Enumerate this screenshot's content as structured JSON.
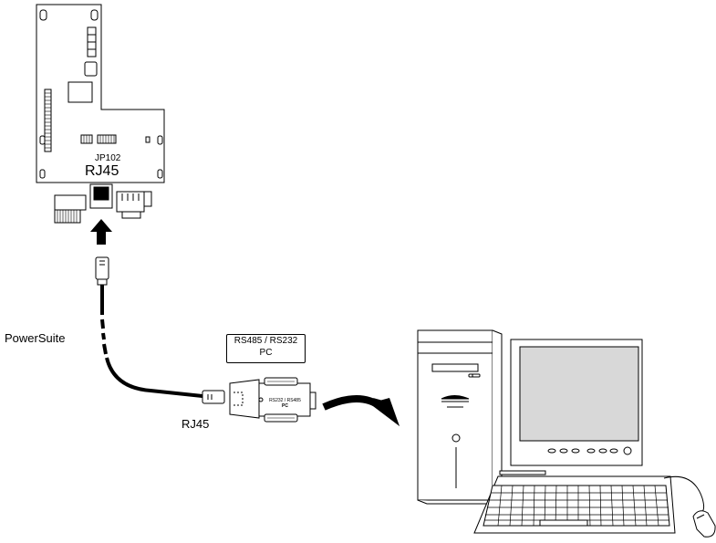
{
  "board": {
    "connector_id": "JP102",
    "connector_type": "RJ45"
  },
  "cable": {
    "software_label": "PowerSuite",
    "end_label": "RJ45"
  },
  "adapter": {
    "box_line1": "RS485 / RS232",
    "box_line2": "PC",
    "body_line1": "RS232 / RS485",
    "body_line2": "PC"
  },
  "icons": [
    "circuit-board-icon",
    "up-arrow-icon",
    "rj45-plug-icon",
    "serial-adapter-icon",
    "curved-arrow-icon",
    "pc-tower-icon",
    "crt-monitor-icon",
    "keyboard-icon",
    "mouse-icon"
  ]
}
